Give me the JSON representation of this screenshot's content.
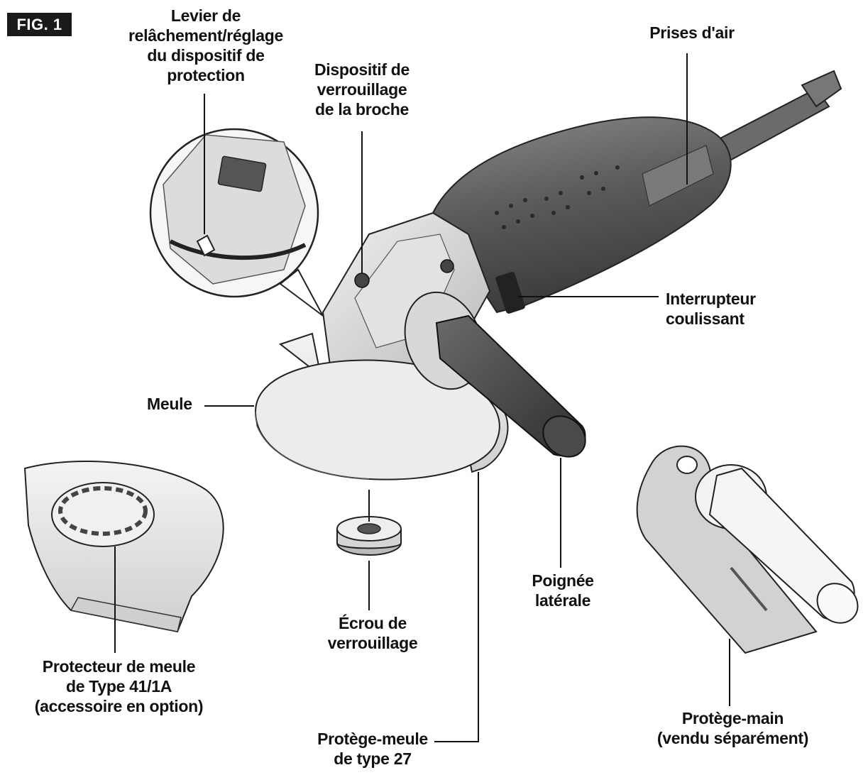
{
  "figure": {
    "badge": "FIG. 1"
  },
  "labels": {
    "guard_lever": "Levier de\nrelâchement/réglage\ndu dispositif de\nprotection",
    "spindle_lock": "Dispositif de\nverrouillage\nde la broche",
    "air_vents": "Prises d'air",
    "slide_switch": "Interrupteur\ncoulissant",
    "wheel": "Meule",
    "guard_41": "Protecteur de meule\nde Type 41/1A\n(accessoire en option)",
    "lock_nut": "Écrou de\nverrouillage",
    "side_handle": "Poignée\nlatérale",
    "guard_27": "Protège-meule\nde type 27",
    "hand_guard": "Protège-main\n(vendu séparément)"
  }
}
